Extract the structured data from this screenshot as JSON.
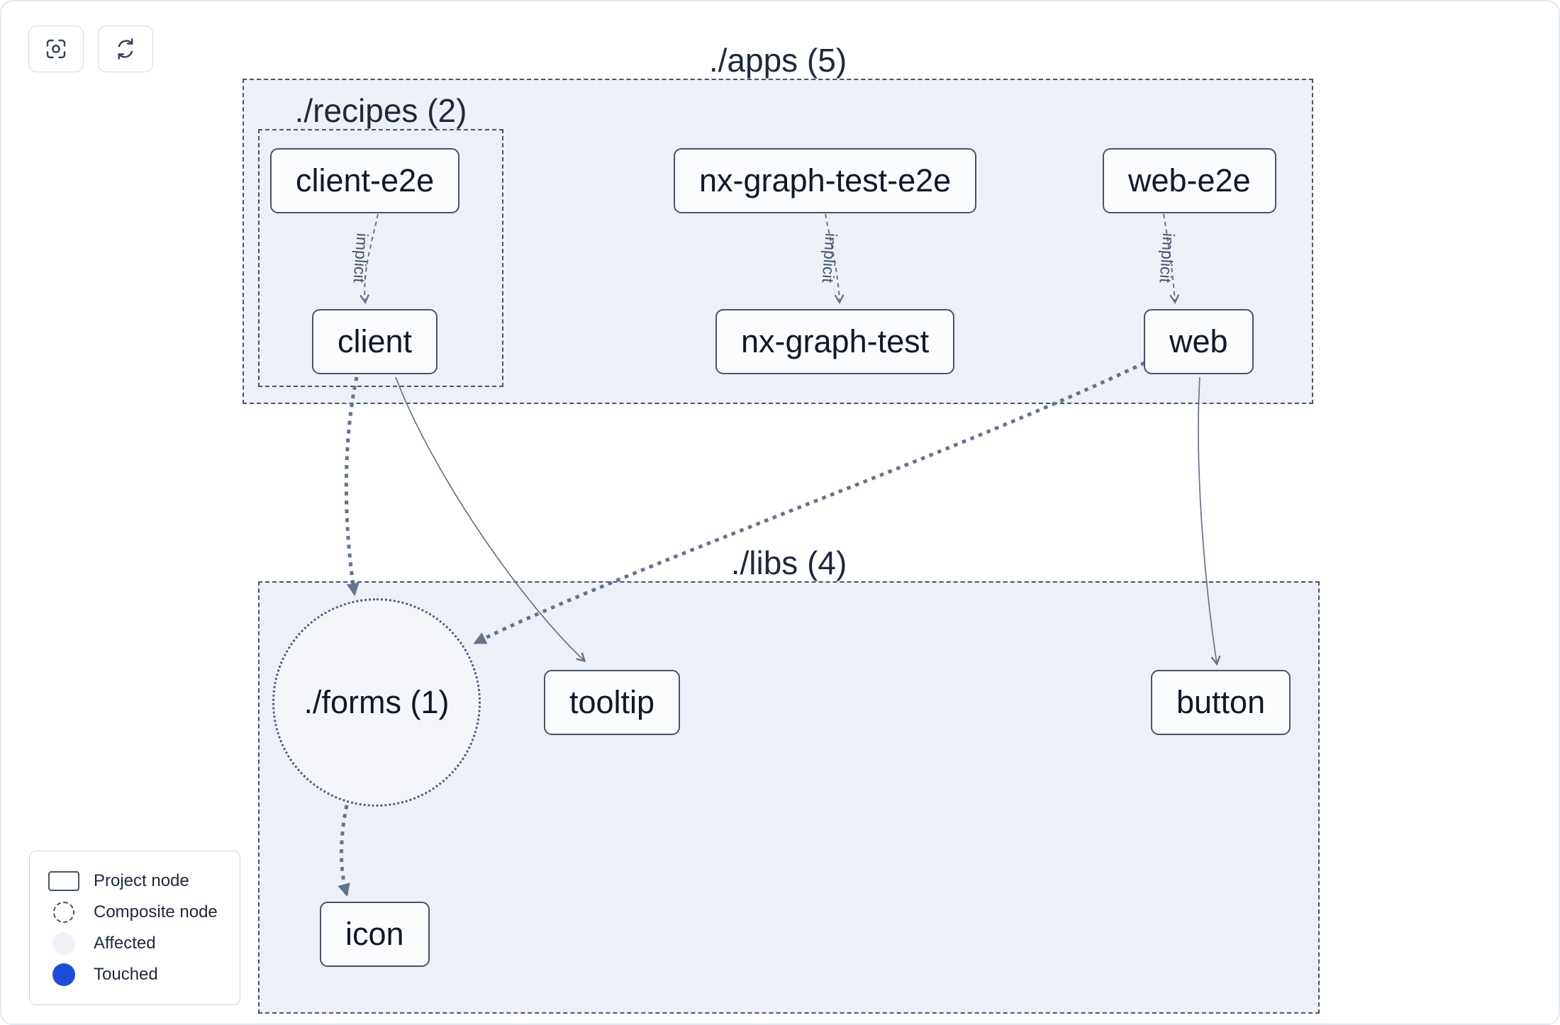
{
  "colors": {
    "edge": "#64748b",
    "node_border": "#475569",
    "group_fill": "#edf1f7",
    "touched": "#1d4ed8",
    "affected": "#eef1f6",
    "text": "#1e293b"
  },
  "toolbar": {
    "buttons": [
      {
        "icon": "focus-crosshair-icon"
      },
      {
        "icon": "refresh-icon"
      }
    ]
  },
  "groups": {
    "apps": {
      "label": "./apps (5)"
    },
    "recipes": {
      "label": "./recipes (2)"
    },
    "libs": {
      "label": "./libs (4)"
    }
  },
  "composite": {
    "forms": {
      "label": "./forms (1)"
    }
  },
  "nodes": {
    "client_e2e": {
      "label": "client-e2e"
    },
    "nx_graph_test_e2e": {
      "label": "nx-graph-test-e2e"
    },
    "web_e2e": {
      "label": "web-e2e"
    },
    "client": {
      "label": "client"
    },
    "nx_graph_test": {
      "label": "nx-graph-test"
    },
    "web": {
      "label": "web"
    },
    "tooltip": {
      "label": "tooltip"
    },
    "button": {
      "label": "button"
    },
    "icon": {
      "label": "icon"
    }
  },
  "edges": {
    "implicit_label": "implicit"
  },
  "legend": {
    "items": [
      {
        "label": "Project node"
      },
      {
        "label": "Composite node"
      },
      {
        "label": "Affected"
      },
      {
        "label": "Touched"
      }
    ]
  }
}
